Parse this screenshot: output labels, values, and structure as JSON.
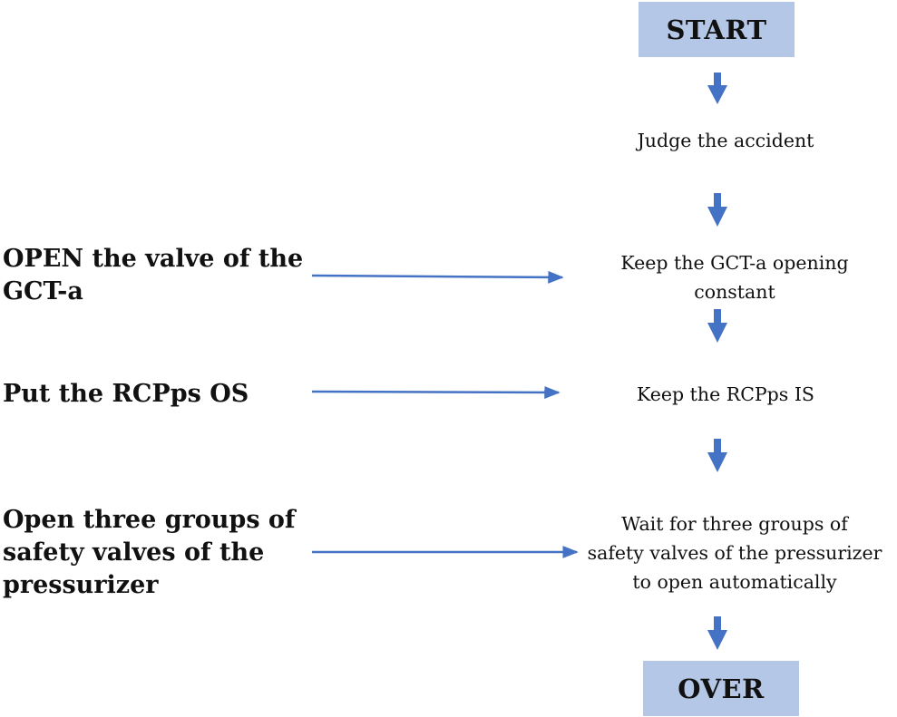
{
  "flowchart": {
    "start_label": "START",
    "end_label": "OVER",
    "steps": [
      {
        "lines": [
          "Judge the accident"
        ]
      },
      {
        "lines": [
          "Keep the GCT-a opening",
          "constant"
        ]
      },
      {
        "lines": [
          "Keep the RCPps IS"
        ]
      },
      {
        "lines": [
          "Wait for  three groups of",
          "safety valves of the pressurizer",
          "to open automatically"
        ]
      }
    ],
    "actions": [
      {
        "lines": [
          "OPEN the valve of the",
          "GCT-a"
        ]
      },
      {
        "lines": [
          "Put the RCPps OS"
        ]
      },
      {
        "lines": [
          "Open three groups of",
          "safety valves of the",
          "pressurizer"
        ]
      }
    ]
  },
  "colors": {
    "terminal_fill": "#b4c7e7",
    "arrow": "#4472c4",
    "text": "#111111"
  }
}
